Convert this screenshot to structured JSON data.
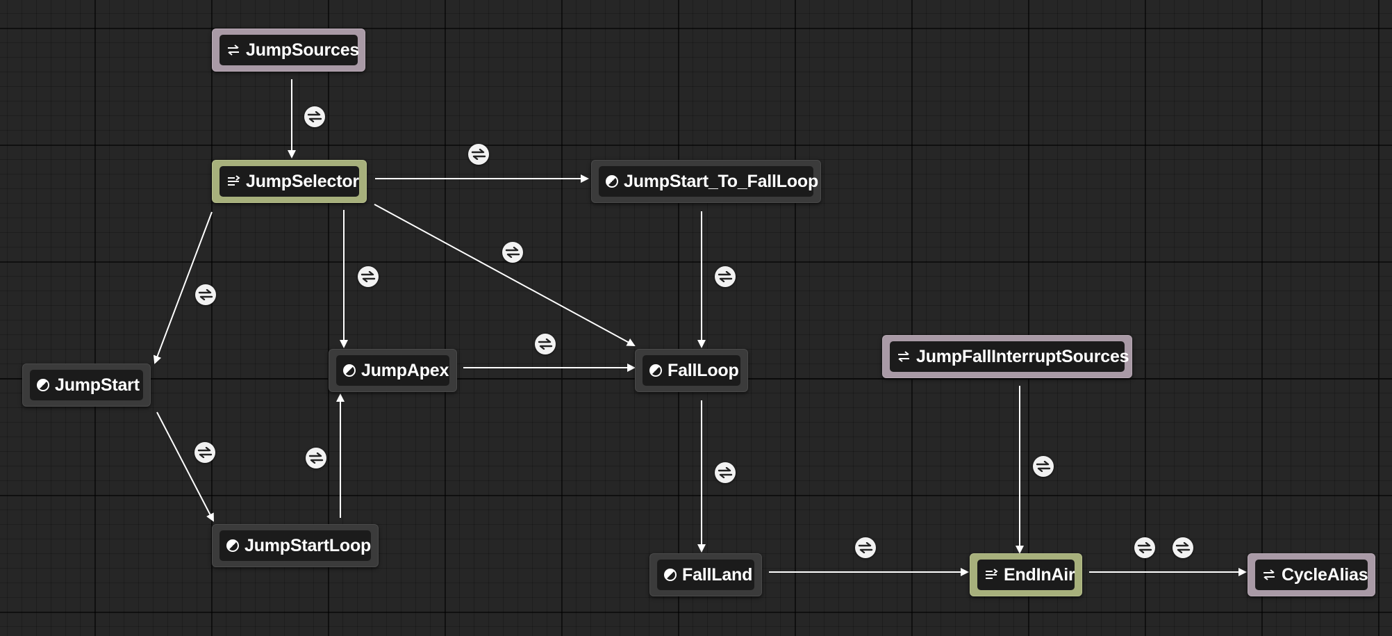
{
  "graph": {
    "nodes": {
      "jump_sources": {
        "label": "JumpSources",
        "kind": "conduit",
        "icon": "conduit-icon"
      },
      "jump_selector": {
        "label": "JumpSelector",
        "kind": "alias",
        "icon": "selector-icon"
      },
      "jumpstart_to_fallloop": {
        "label": "JumpStart_To_FallLoop",
        "kind": "state",
        "icon": "state-icon"
      },
      "jump_start": {
        "label": "JumpStart",
        "kind": "state",
        "icon": "state-icon"
      },
      "jump_apex": {
        "label": "JumpApex",
        "kind": "state",
        "icon": "state-icon"
      },
      "fall_loop": {
        "label": "FallLoop",
        "kind": "state",
        "icon": "state-icon"
      },
      "jump_fall_interrupt_sources": {
        "label": "JumpFallInterruptSources",
        "kind": "conduit",
        "icon": "conduit-icon"
      },
      "jump_start_loop": {
        "label": "JumpStartLoop",
        "kind": "state",
        "icon": "state-icon"
      },
      "fall_land": {
        "label": "FallLand",
        "kind": "state",
        "icon": "state-icon"
      },
      "end_in_air": {
        "label": "EndInAir",
        "kind": "alias",
        "icon": "selector-icon"
      },
      "cycle_alias": {
        "label": "CycleAlias",
        "kind": "conduit",
        "icon": "conduit-icon"
      }
    },
    "transitions": [
      {
        "from": "JumpSources",
        "to": "JumpSelector"
      },
      {
        "from": "JumpSelector",
        "to": "JumpStart_To_FallLoop"
      },
      {
        "from": "JumpSelector",
        "to": "JumpStart"
      },
      {
        "from": "JumpSelector",
        "to": "JumpApex"
      },
      {
        "from": "JumpSelector",
        "to": "FallLoop"
      },
      {
        "from": "JumpStart_To_FallLoop",
        "to": "FallLoop"
      },
      {
        "from": "JumpApex",
        "to": "FallLoop"
      },
      {
        "from": "JumpStart",
        "to": "JumpStartLoop"
      },
      {
        "from": "JumpStartLoop",
        "to": "JumpApex"
      },
      {
        "from": "FallLoop",
        "to": "FallLand"
      },
      {
        "from": "FallLand",
        "to": "EndInAir"
      },
      {
        "from": "JumpFallInterruptSources",
        "to": "EndInAir"
      },
      {
        "from": "EndInAir",
        "to": "CycleAlias"
      }
    ],
    "colors": {
      "background": "#262626",
      "state_node": "#3b3b3b",
      "conduit_node": "#a99aa6",
      "alias_node": "#a7b07c",
      "node_inner": "#1b1b1b",
      "wire": "#ffffff",
      "transition_icon": "#f2f2f2"
    }
  }
}
